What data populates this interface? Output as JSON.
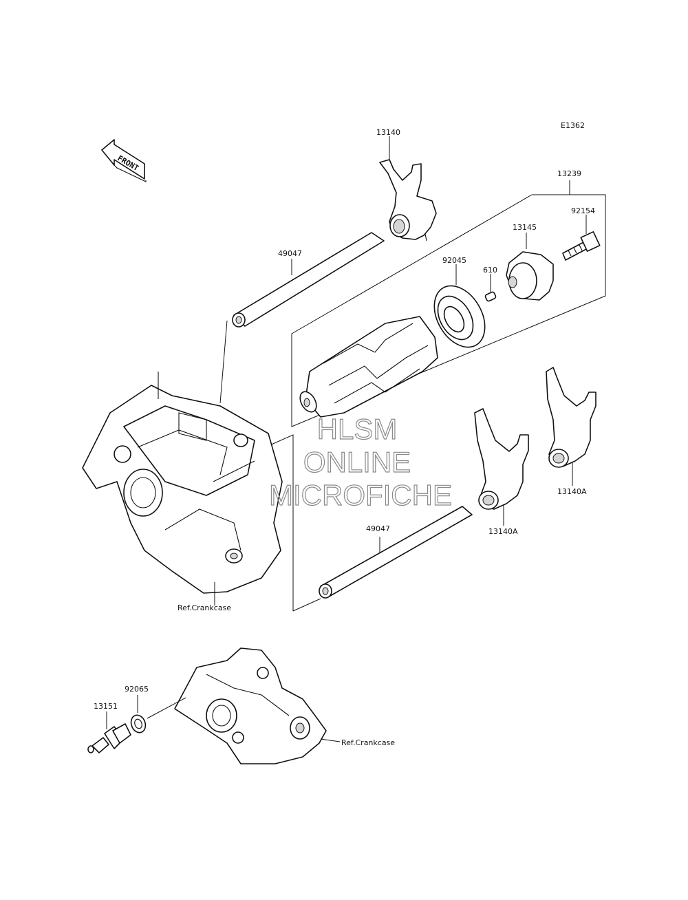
{
  "diagram": {
    "code": "E1362",
    "front_label": "FRONT",
    "labels": {
      "p13140": "13140",
      "p13239": "13239",
      "p92154": "92154",
      "p13145": "13145",
      "p49047_top": "49047",
      "p92045": "92045",
      "p610": "610",
      "p13140A_right": "13140A",
      "p13140A_left": "13140A",
      "p49047_bottom": "49047",
      "ref_crankcase_top": "Ref.Crankcase",
      "p92065": "92065",
      "p13151": "13151",
      "ref_crankcase_bottom": "Ref.Crankcase"
    },
    "watermark": {
      "line1": "HLSM",
      "line2": "ONLINE",
      "line3": "MICROFICHE"
    }
  }
}
